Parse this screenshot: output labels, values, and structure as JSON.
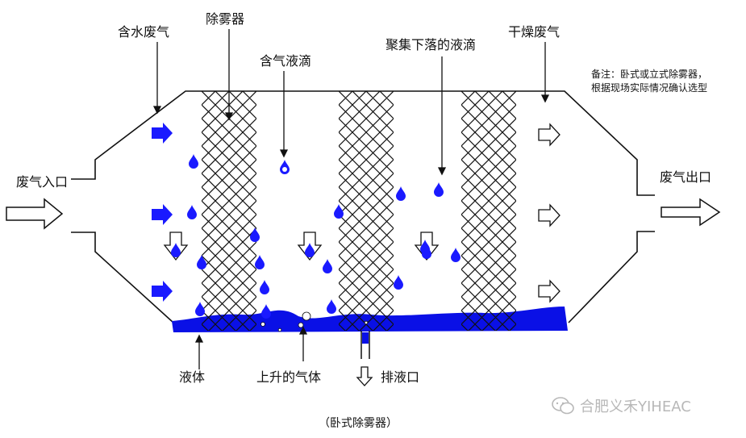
{
  "labels": {
    "wet_gas": "含水废气",
    "demister": "除雾器",
    "gas_droplets": "含气液滴",
    "collected_droplets": "聚集下落的液滴",
    "dry_gas": "干燥废气",
    "inlet": "废气入口",
    "outlet": "废气出口",
    "liquid": "液体",
    "rising_gas": "上升的气体",
    "drain": "排液口"
  },
  "note": {
    "line1": "备注：卧式或立式除雾器，",
    "line2": "根据现场实际情况确认选型"
  },
  "caption": "（卧式除雾器）",
  "watermark": "合肥义禾YIHEAC",
  "colors": {
    "arrow_blue": "#1a1aff",
    "liquid_blue": "#0a10e6",
    "line": "#111111"
  }
}
